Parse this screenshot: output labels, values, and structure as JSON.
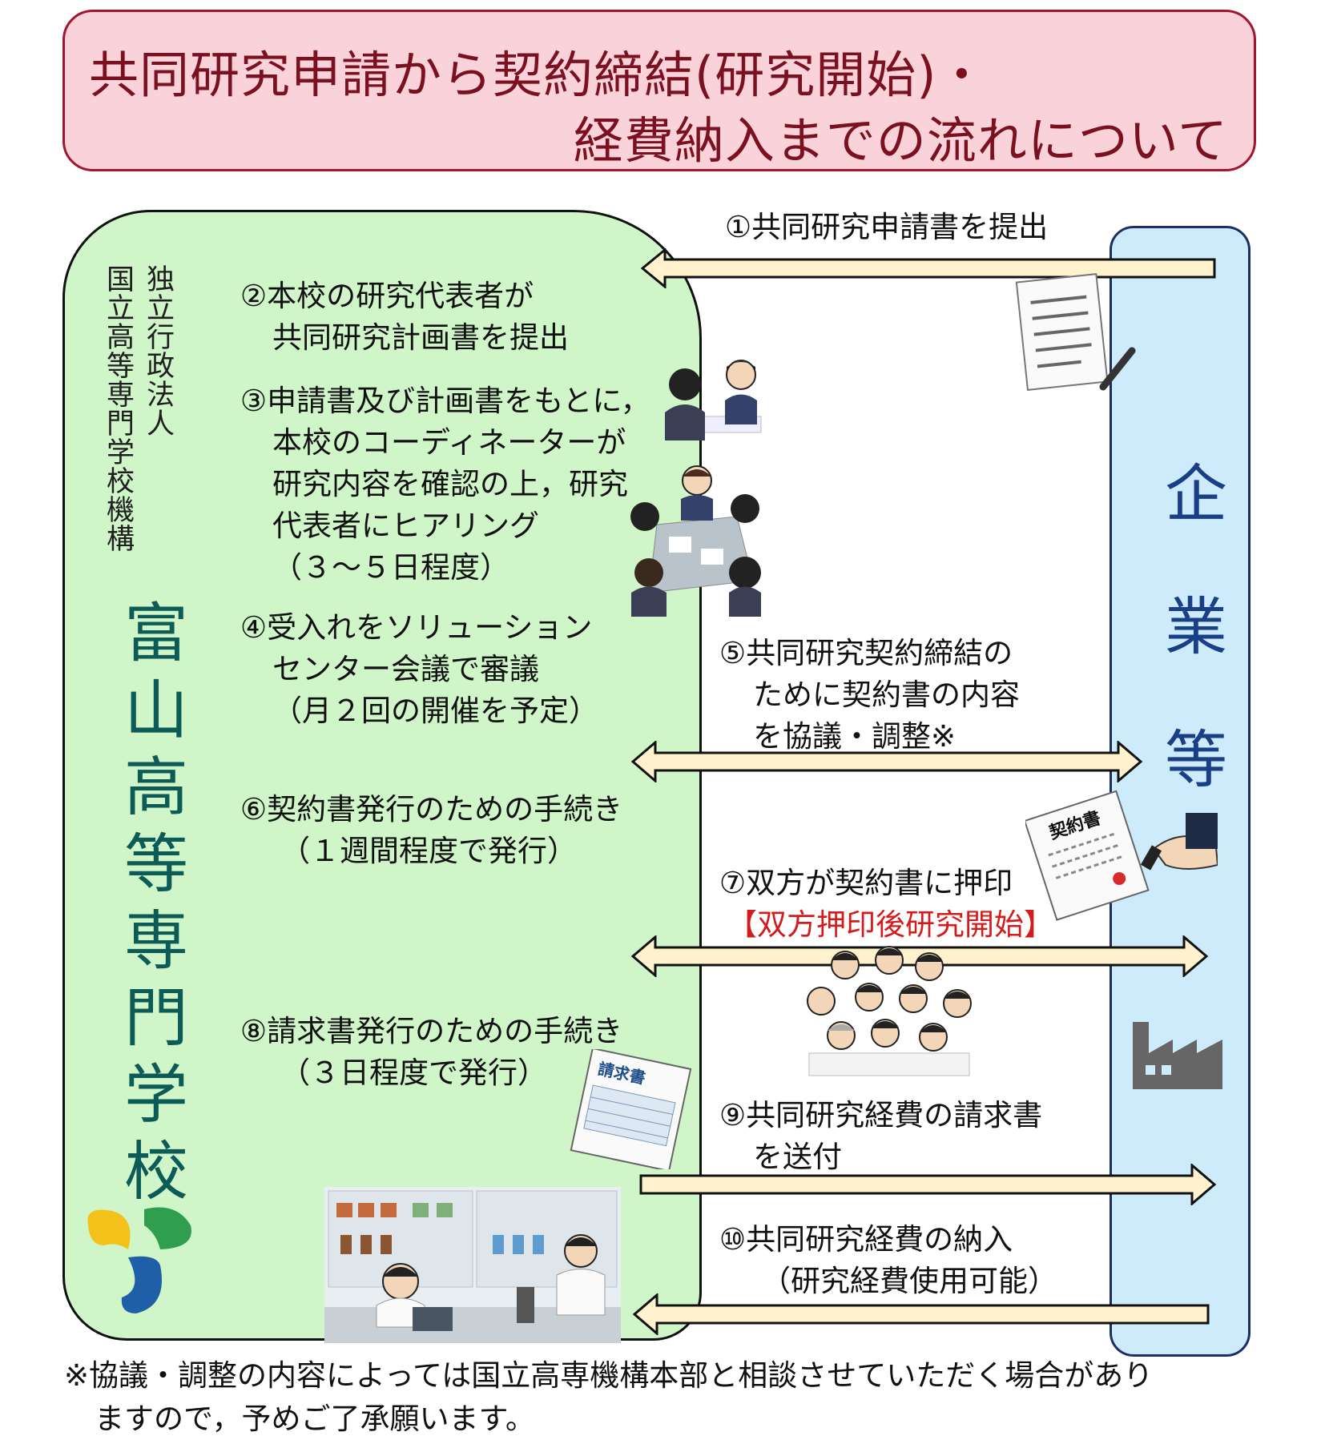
{
  "title": {
    "line1": "共同研究申請から契約締結(研究開始)・",
    "line2": "経費納入までの流れについて"
  },
  "school": {
    "org_line1": "独立行政法人",
    "org_line2": "国立高等専門学校機構",
    "name": "富山高等専門学校"
  },
  "company": {
    "label": "企業等"
  },
  "steps": {
    "s1": "①共同研究申請書を提出",
    "s2_l1": "②本校の研究代表者が",
    "s2_l2": "共同研究計画書を提出",
    "s3_l1": "③申請書及び計画書をもとに，",
    "s3_l2": "本校のコーディネーターが",
    "s3_l3": "研究内容を確認の上，研究",
    "s3_l4": "代表者にヒアリング",
    "s3_l5": "（３～５日程度）",
    "s4_l1": "④受入れをソリューション",
    "s4_l2": "センター会議で審議",
    "s4_l3": "（月２回の開催を予定）",
    "s5_l1": "⑤共同研究契約締結の",
    "s5_l2": "ために契約書の内容",
    "s5_l3": "を協議・調整※",
    "s6_l1": "⑥契約書発行のための手続き",
    "s6_l2": "（１週間程度で発行）",
    "s7_l1": "⑦双方が契約書に押印",
    "s7_l2": "【双方押印後研究開始】",
    "s8_l1": "⑧請求書発行のための手続き",
    "s8_l2": "（３日程度で発行）",
    "s9_l1": "⑨共同研究経費の請求書",
    "s9_l2": "を送付",
    "s10_l1": "⑩共同研究経費の納入",
    "s10_l2": "（研究経費使用可能）"
  },
  "illustrations": {
    "contract_label": "契約書",
    "invoice_label": "請求書"
  },
  "footnote": {
    "line1": "※協議・調整の内容によっては国立高専機構本部と相談させていただく場合があり",
    "line2": "ますので，予めご了承願います。"
  },
  "colors": {
    "title_bg": "#f9d3d9",
    "title_border": "#a3152f",
    "school_bg": "#cff5c8",
    "company_bg": "#cdebfb",
    "arrow_fill": "#fff2cc",
    "school_name": "#0c5b56",
    "company_label": "#1b3f86",
    "accent_red": "#d41b1b"
  },
  "icons": [
    "document-pen-icon",
    "meeting-people-icon",
    "contract-seal-icon",
    "cheering-people-icon",
    "factory-icon",
    "invoice-icon",
    "laboratory-icon",
    "school-logo-icon"
  ]
}
